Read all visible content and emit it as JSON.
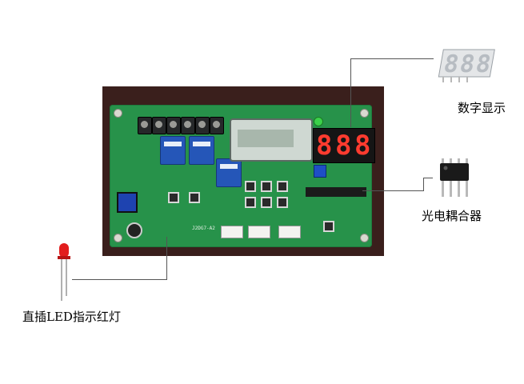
{
  "labels": {
    "display": "数字显示",
    "optocoupler": "光电耦合器",
    "led": "直插LED指示红灯"
  },
  "board": {
    "silkscreen": "J2DG7-A2"
  },
  "seven_segment": {
    "digits": [
      "8",
      "8",
      "8"
    ]
  },
  "colors": {
    "pcb": "#27924a",
    "relay": "#2556b8",
    "segment_on": "#ff3b2f"
  }
}
